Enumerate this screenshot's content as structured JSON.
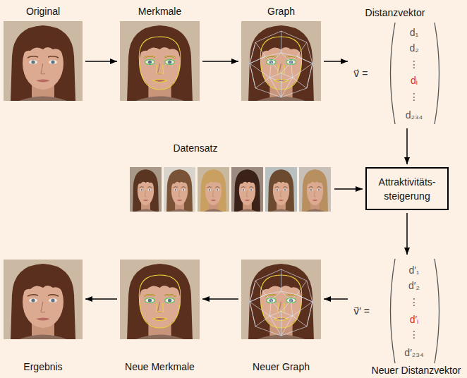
{
  "diagram": {
    "nodes": [
      {
        "text": [
          "Original"
        ]
      },
      {
        "text": [
          "Merkmale"
        ]
      },
      {
        "text": [
          "Graph"
        ]
      },
      {
        "text": [
          "Distanzvektor",
          "v⃗ =",
          "d₁",
          "d₂",
          "⋮",
          "dᵢ",
          "⋮",
          "d₂₃₄"
        ]
      },
      {
        "text": [
          "Datensatz"
        ]
      },
      {
        "text": [
          "Attraktivitäts- steigerung"
        ]
      },
      {
        "text": [
          "Ergebnis"
        ]
      },
      {
        "text": [
          "Neue Merkmale"
        ]
      },
      {
        "text": [
          "Neuer Graph"
        ]
      },
      {
        "text": [
          "Neuer Distanzvektor",
          "v⃗′ =",
          "d′₁",
          "d′₂",
          "⋮",
          "d′ᵢ",
          "⋮",
          "d′₂₃₄"
        ]
      }
    ],
    "edges": [
      {
        "from": 0,
        "to": 1,
        "arrow": "to"
      },
      {
        "from": 1,
        "to": 2,
        "arrow": "to"
      },
      {
        "from": 2,
        "to": 3,
        "arrow": "to"
      },
      {
        "from": 3,
        "to": 5,
        "arrow": "to"
      },
      {
        "from": 4,
        "to": 5,
        "arrow": "to"
      },
      {
        "from": 5,
        "to": 9,
        "arrow": "to"
      },
      {
        "from": 9,
        "to": 8,
        "arrow": "to"
      },
      {
        "from": 8,
        "to": 7,
        "arrow": "to"
      },
      {
        "from": 7,
        "to": 6,
        "arrow": "to"
      }
    ]
  }
}
